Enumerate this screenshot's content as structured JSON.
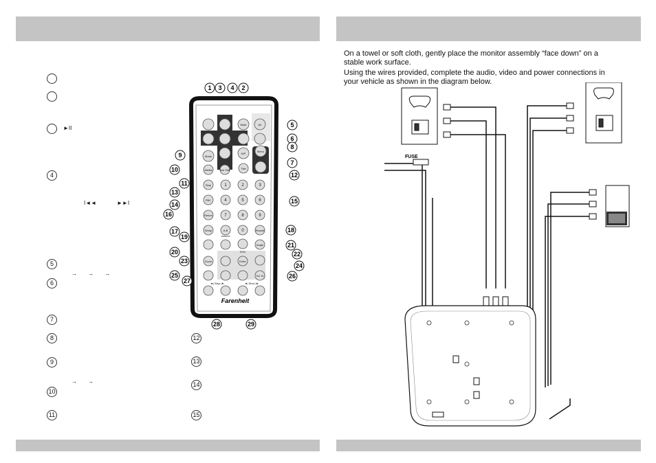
{
  "left_page": {
    "list_numbers": [
      "4",
      "5",
      "6",
      "7",
      "8",
      "9",
      "10",
      "11"
    ],
    "right_list_numbers": [
      "12",
      "13",
      "14",
      "15"
    ],
    "glyphs": {
      "play_pause": "►II",
      "prev": "I◄◄",
      "next": "►►I",
      "arrow": "→"
    }
  },
  "remote": {
    "brand": "Farenheit",
    "buttons": {
      "mute": "Mute",
      "air": "Air",
      "mode": "Mode",
      "media": "Media",
      "menu": "Menu",
      "subtitle": "Sub Title",
      "title": "Title",
      "ntsc": "N/P",
      "stop": "Stop",
      "pbc": "PBC",
      "return": "Return",
      "setup": "Setup",
      "ab": "A-B",
      "repeat": "Repeat",
      "angle": "Angle",
      "zoom": "Zoom",
      "enter": "Enter",
      "goto": "Go To",
      "volume_label": "Volume",
      "dvd_label": "DVD",
      "step_label": "◄| Step |►",
      "slow_label": "◄| Slow |►",
      "digits": [
        "1",
        "2",
        "3",
        "4",
        "5",
        "6",
        "7",
        "8",
        "9",
        "0"
      ]
    },
    "callouts": [
      "1",
      "3",
      "4",
      "2",
      "5",
      "6",
      "8",
      "9",
      "7",
      "10",
      "11",
      "12",
      "13",
      "15",
      "14",
      "16",
      "17",
      "18",
      "19",
      "20",
      "21",
      "22",
      "23",
      "24",
      "25",
      "26",
      "27",
      "28",
      "29"
    ]
  },
  "right_page": {
    "instruction_1": "On a towel or soft cloth, gently place the monitor assembly “face down” on a stable work surface.",
    "instruction_2": "Using the wires provided, complete the audio, video and power connections in your vehicle as shown in the diagram below.",
    "fuse_label": "FUSE"
  }
}
